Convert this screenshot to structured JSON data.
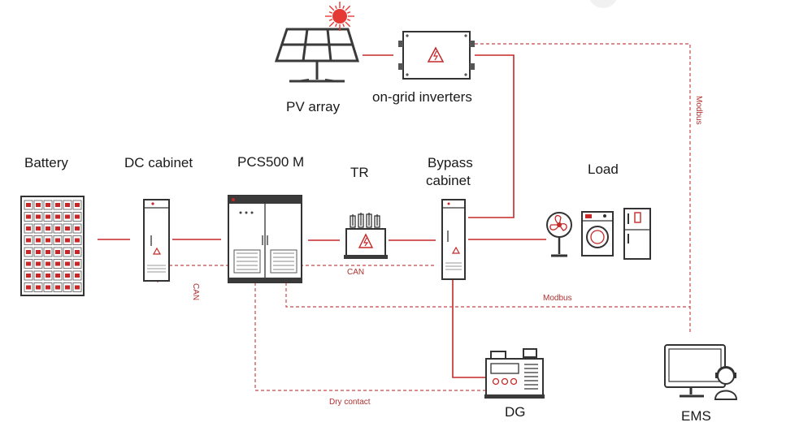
{
  "labels": {
    "battery": "Battery",
    "dc_cabinet": "DC cabinet",
    "pcs": "PCS500 M",
    "tr": "TR",
    "bypass_line1": "Bypass",
    "bypass_line2": "cabinet",
    "load": "Load",
    "pv_array": "PV array",
    "inverters": "on-grid inverters",
    "dg": "DG",
    "ems": "EMS"
  },
  "links": {
    "can_vertical": "CAN",
    "can_horizontal": "CAN",
    "modbus_vertical": "Modbus",
    "modbus_horizontal": "Modbus",
    "dry_contact": "Dry contact"
  },
  "colors": {
    "accent": "#c62828",
    "device_outline": "#333333",
    "text": "#1a1a1a"
  },
  "icons": [
    "battery-rack-icon",
    "dc-cabinet-icon",
    "pcs-cabinet-icon",
    "transformer-icon",
    "bypass-cabinet-icon",
    "fan-icon",
    "washing-machine-icon",
    "refrigerator-icon",
    "solar-panel-icon",
    "inverter-icon",
    "generator-icon",
    "monitor-operator-icon"
  ]
}
